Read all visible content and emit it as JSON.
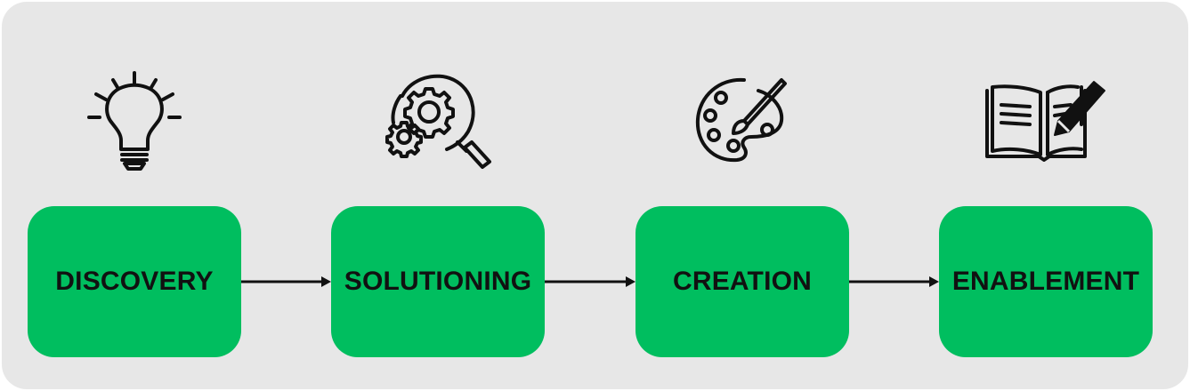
{
  "colors": {
    "panel": "#e7e7e7",
    "step_fill": "#00be5f",
    "step_text": "#111111",
    "icon_stroke": "#111111"
  },
  "steps": [
    {
      "label": "DISCOVERY",
      "icon": "lightbulb-icon"
    },
    {
      "label": "SOLUTIONING",
      "icon": "gear-magnifier-icon"
    },
    {
      "label": "CREATION",
      "icon": "paint-palette-icon"
    },
    {
      "label": "ENABLEMENT",
      "icon": "open-book-pencil-icon"
    }
  ]
}
